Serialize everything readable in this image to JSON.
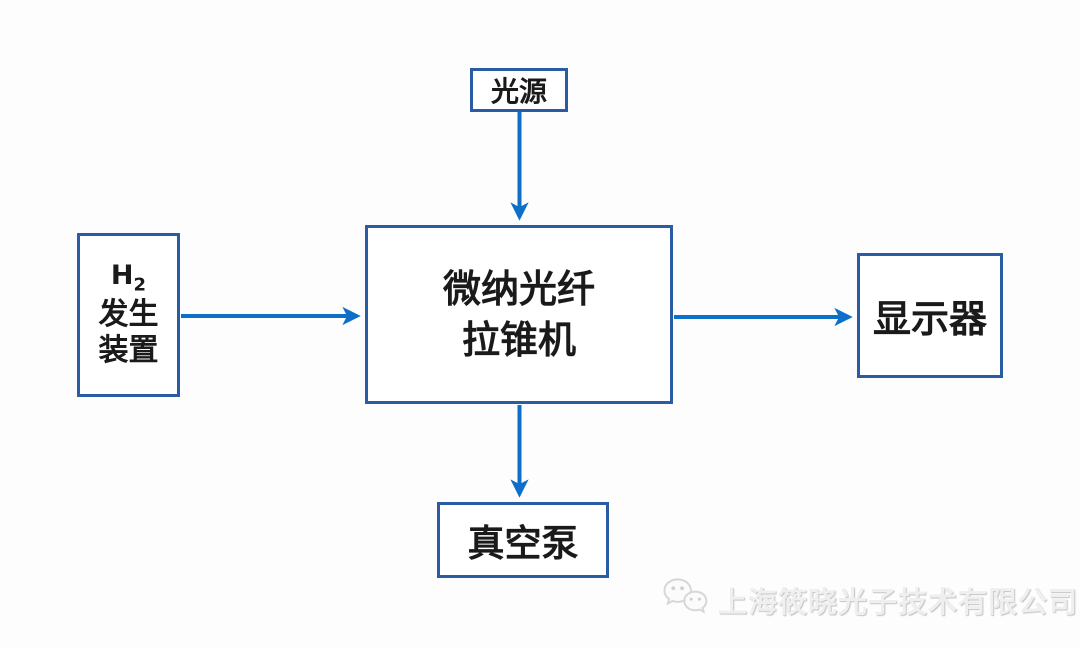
{
  "diagram": {
    "type": "flowchart",
    "nodes": {
      "light_source": {
        "label": "光源"
      },
      "h2_generator": {
        "formula_base": "H",
        "formula_subscript": "2",
        "line2": "发生",
        "line3": "装置"
      },
      "taper_machine": {
        "line1": "微纳光纤",
        "line2": "拉锥机"
      },
      "display": {
        "label": "显示器"
      },
      "vacuum_pump": {
        "label": "真空泵"
      }
    },
    "edges": [
      {
        "from": "光源",
        "to": "微纳光纤拉锥机",
        "direction": "down"
      },
      {
        "from": "H2发生装置",
        "to": "微纳光纤拉锥机",
        "direction": "right"
      },
      {
        "from": "微纳光纤拉锥机",
        "to": "显示器",
        "direction": "right"
      },
      {
        "from": "微纳光纤拉锥机",
        "to": "真空泵",
        "direction": "down"
      }
    ],
    "colors": {
      "box_border": "#2a5ca3",
      "arrow": "#0e6fc8",
      "text": "#1a1a1a",
      "background": "#fdfdfd"
    }
  },
  "watermark": {
    "icon": "wechat-icon",
    "company": "上海筱晓光子技术有限公司",
    "color": "#efefef"
  }
}
